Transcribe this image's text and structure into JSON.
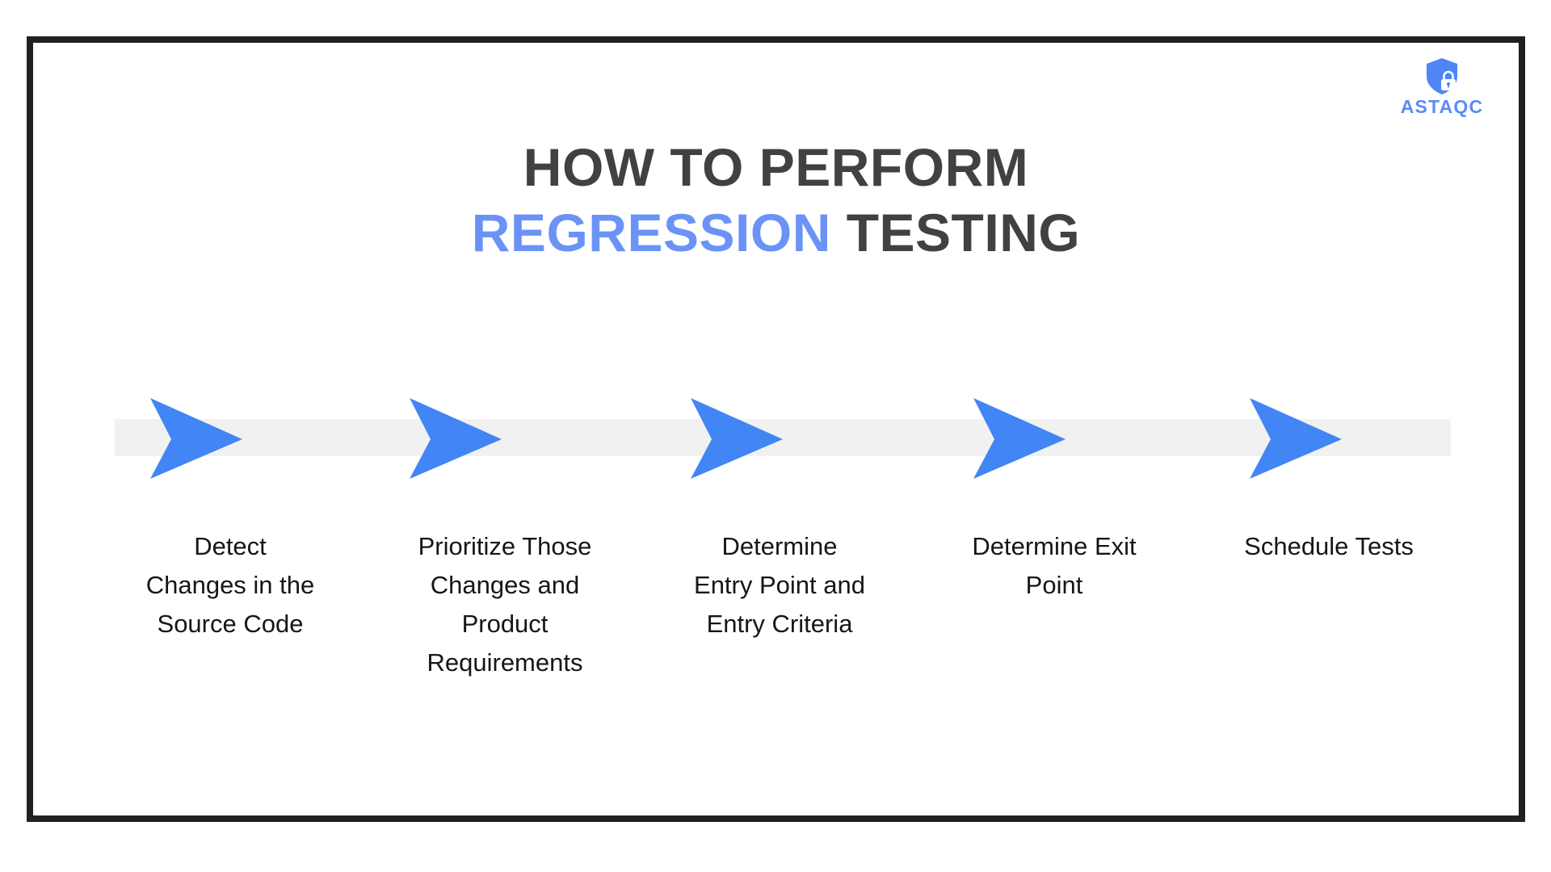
{
  "frame": {
    "border_color": "#1f2124",
    "background": "#ffffff"
  },
  "brand": {
    "name": "ASTAQC",
    "mark": "shield-lock-icon",
    "color": "#5a8cf4"
  },
  "heading": {
    "line1": "HOW TO PERFORM",
    "line2_accent": "REGRESSION",
    "line2_rest": " TESTING",
    "color": "#414141",
    "accent_color": "#6b93f5"
  },
  "timeline": {
    "bar_color": "#f1f1f1",
    "arrow_color": "#4285f4",
    "arrow_count": 5,
    "steps": [
      {
        "index": 1,
        "label": "Detect Changes in the Source Code"
      },
      {
        "index": 2,
        "label": "Prioritize Those Changes and Product Requirements"
      },
      {
        "index": 3,
        "label": "Determine Entry Point and Entry Criteria"
      },
      {
        "index": 4,
        "label": "Determine Exit Point"
      },
      {
        "index": 5,
        "label": "Schedule Tests"
      }
    ]
  }
}
